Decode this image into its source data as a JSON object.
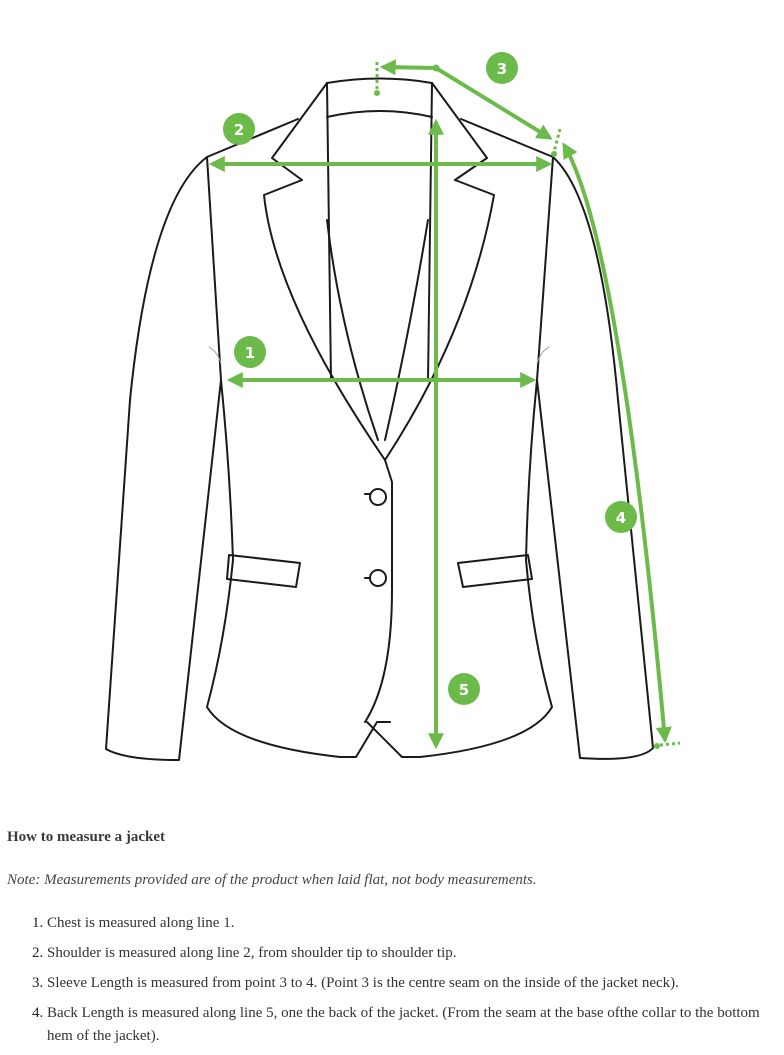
{
  "diagram": {
    "title": "Jacket measurement diagram",
    "accent_color": "#6cbb4a",
    "outline_color": "#1a1a1a",
    "markers": [
      {
        "id": "1",
        "label": "1",
        "meaning": "Chest"
      },
      {
        "id": "2",
        "label": "2",
        "meaning": "Shoulder"
      },
      {
        "id": "3",
        "label": "3",
        "meaning": "Sleeve length start"
      },
      {
        "id": "4",
        "label": "4",
        "meaning": "Sleeve length end"
      },
      {
        "id": "5",
        "label": "5",
        "meaning": "Back length"
      }
    ]
  },
  "content": {
    "heading": "How to measure a jacket",
    "note": "Note: Measurements provided are of the product when laid flat, not body measurements.",
    "steps": [
      "Chest is measured along line 1.",
      "Shoulder is measured along line 2, from shoulder tip to shoulder tip.",
      "Sleeve Length is measured from point 3 to 4. (Point 3 is the centre seam on the inside of the jacket neck).",
      "Back Length is measured along line 5, one the back of the jacket. (From the seam at the base ofthe collar to the bottom hem of the jacket)."
    ]
  }
}
